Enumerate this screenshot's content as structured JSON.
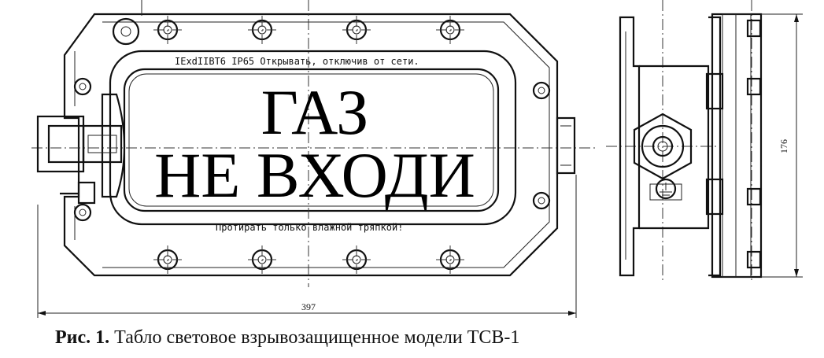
{
  "plate": {
    "marking_text": "IExdIIBT6  IP65  Открывать, отключив от сети.",
    "wipe_text": "Протирать только влажной тряпкой!",
    "sign_line1": "ГАЗ",
    "sign_line2": "НЕ ВХОДИ"
  },
  "dimensions": {
    "width": "397",
    "height": "176"
  },
  "caption": {
    "label": "Рис. 1.",
    "text": "Табло световое взрывозащищенное модели ТСВ-1"
  }
}
